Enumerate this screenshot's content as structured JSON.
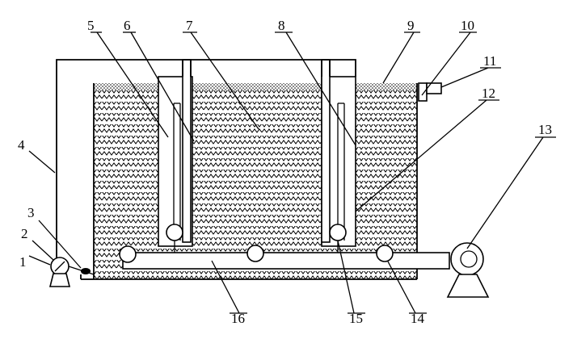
{
  "figure": {
    "callouts": [
      {
        "id": "c1",
        "label": "1"
      },
      {
        "id": "c2",
        "label": "2"
      },
      {
        "id": "c3",
        "label": "3"
      },
      {
        "id": "c4",
        "label": "4"
      },
      {
        "id": "c5",
        "label": "5"
      },
      {
        "id": "c6",
        "label": "6"
      },
      {
        "id": "c7",
        "label": "7"
      },
      {
        "id": "c8",
        "label": "8"
      },
      {
        "id": "c9",
        "label": "9"
      },
      {
        "id": "c10",
        "label": "10"
      },
      {
        "id": "c11",
        "label": "11"
      },
      {
        "id": "c12",
        "label": "12"
      },
      {
        "id": "c13",
        "label": "13"
      },
      {
        "id": "c14",
        "label": "14"
      },
      {
        "id": "c15",
        "label": "15"
      },
      {
        "id": "c16",
        "label": "16"
      }
    ]
  },
  "colors": {
    "line": "#000000",
    "background": "#ffffff"
  }
}
